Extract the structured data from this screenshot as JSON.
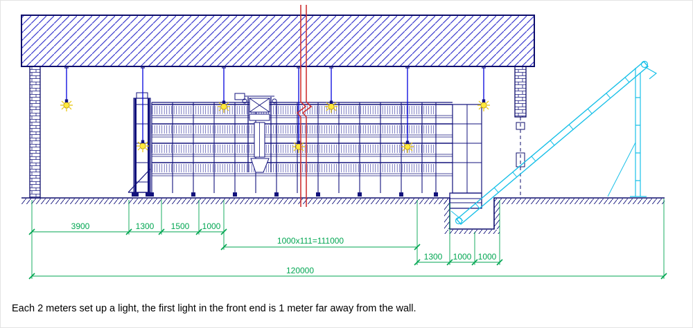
{
  "note": "Each 2 meters set up a light, the first light in the front end is 1 meter far away from the wall.",
  "dims": {
    "row1": [
      "3900",
      "1300",
      "1500",
      "1000"
    ],
    "row2_total": "1000x111=111000",
    "row3": [
      "1300",
      "1000",
      "1000"
    ],
    "overall": "120000"
  },
  "colors": {
    "structure_navy": "#12127c",
    "roof_hatch_blue": "#3a3ace",
    "light_cord_blue": "#0000dd",
    "bulb_yellow": "#ffe93d",
    "break_line_red": "#cf3333",
    "conveyor_cyan": "#19c0e8",
    "dimension_green": "#00a651"
  }
}
